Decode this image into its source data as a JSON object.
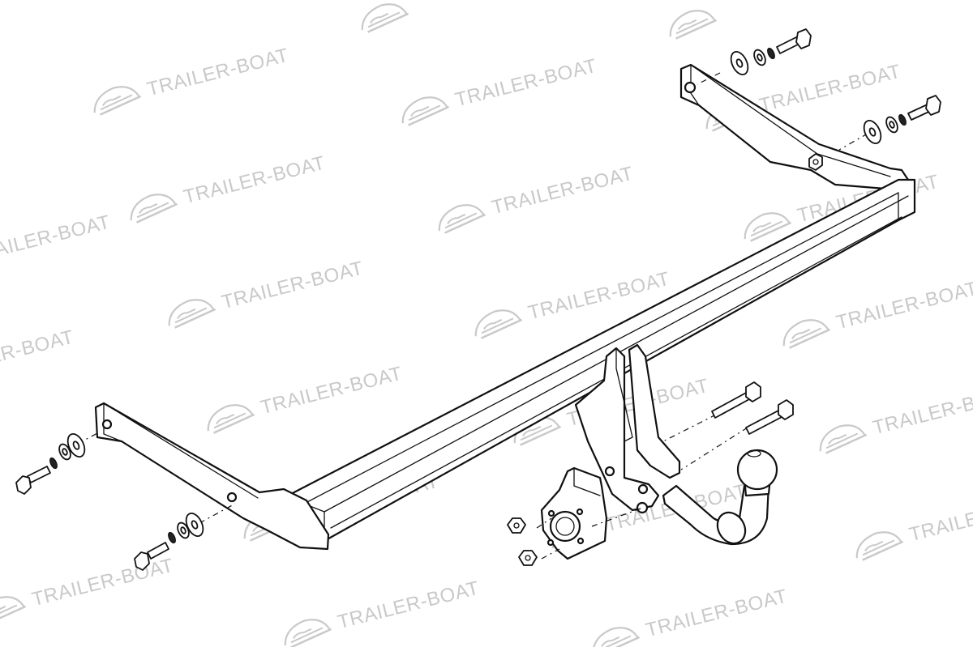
{
  "watermark": {
    "text": "TRAILER-BOAT",
    "logo_icon": "boat-trailer-logo-icon",
    "color": "#c9c9c9"
  },
  "drawing": {
    "line_color": "#111111",
    "background": "#ffffff",
    "parts": [
      "crossbar-tube",
      "left-mounting-bracket",
      "right-mounting-bracket",
      "center-support-plate",
      "tow-ball-neck",
      "tow-ball",
      "socket-plate",
      "bolt",
      "washer",
      "spring-washer",
      "nut"
    ]
  }
}
